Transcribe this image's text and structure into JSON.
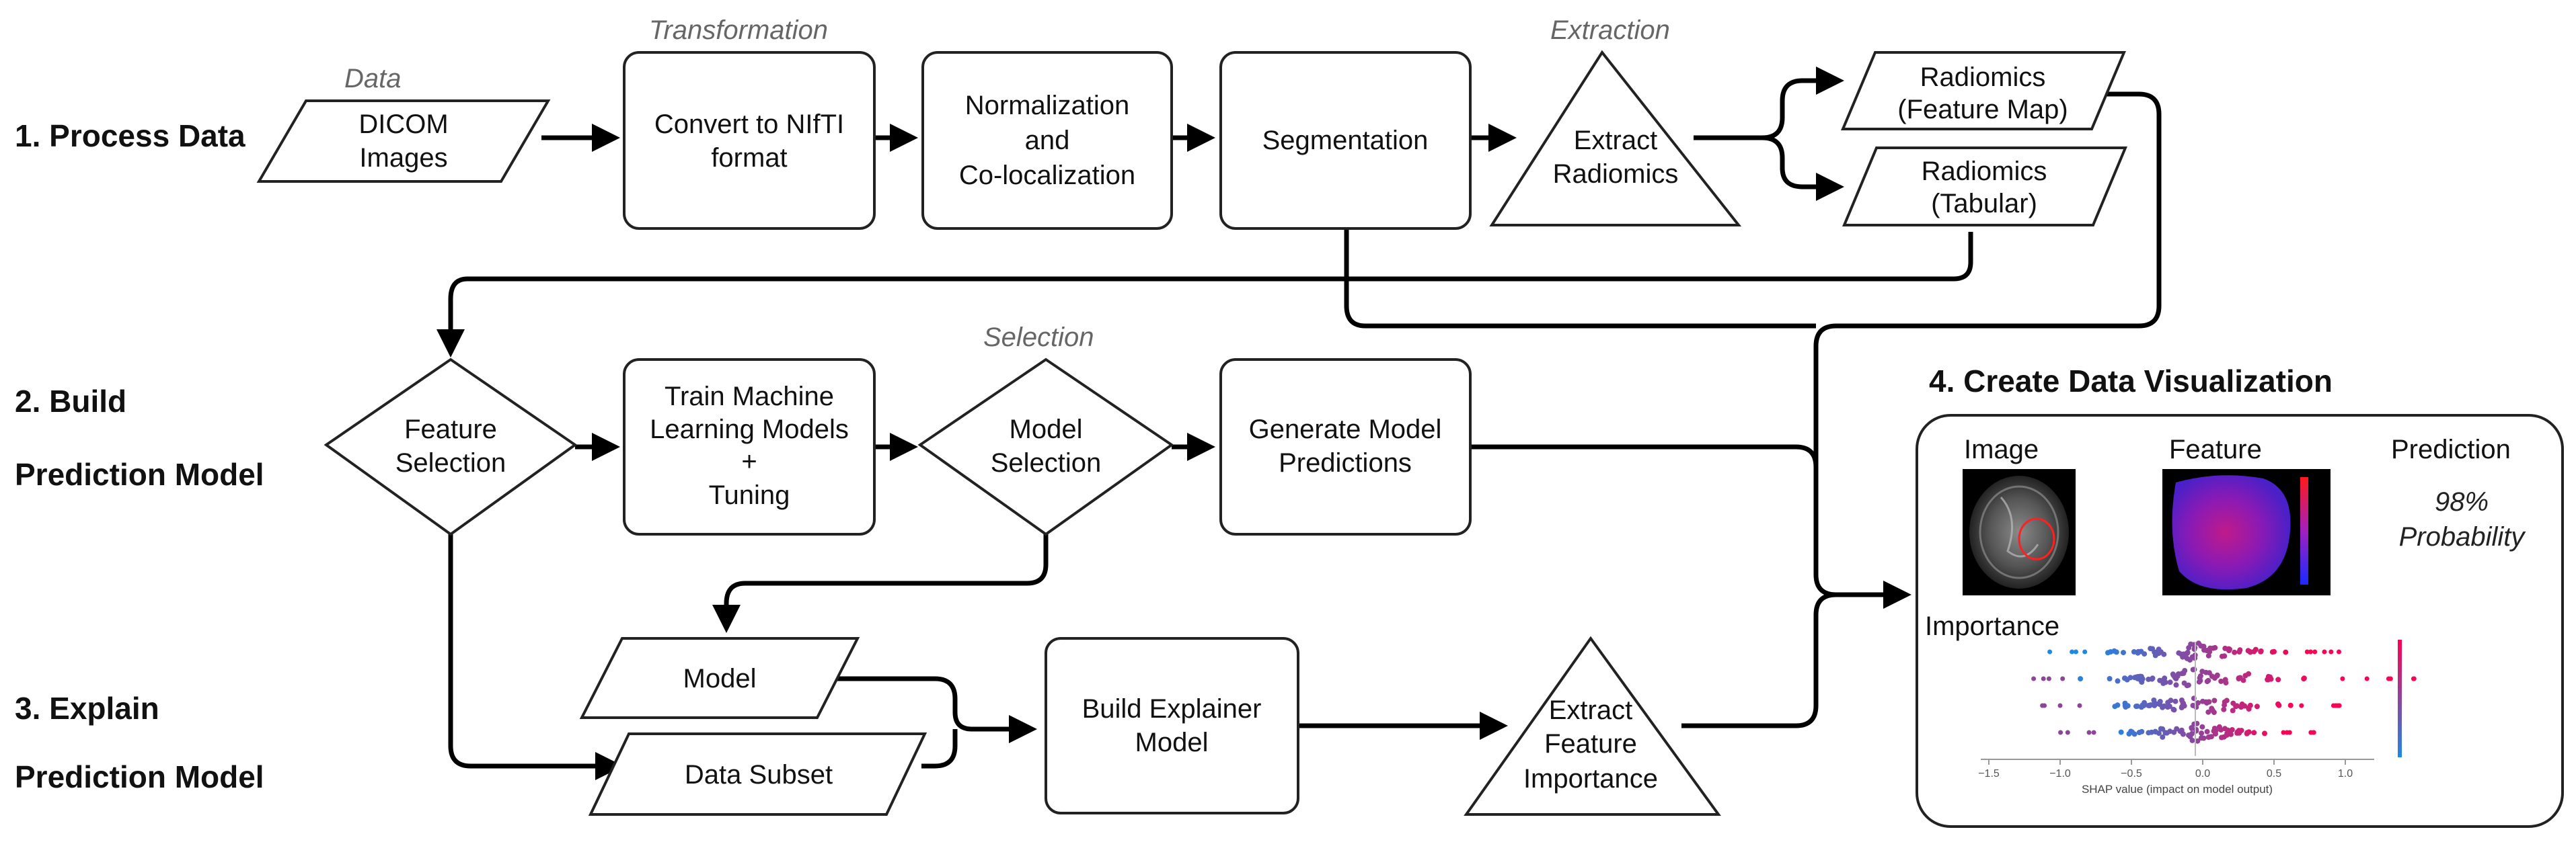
{
  "stages": {
    "process": "1. Process Data",
    "build_1": "2. Build",
    "build_2": "Prediction Model",
    "explain_1": "3. Explain",
    "explain_2": "Prediction Model",
    "visualize": "4. Create Data Visualization"
  },
  "section_labels": {
    "data": "Data",
    "transformation": "Transformation",
    "extraction": "Extraction",
    "selection": "Selection"
  },
  "nodes": {
    "dicom": [
      "DICOM",
      "Images"
    ],
    "nifti": [
      "Convert to NIfTI",
      "format"
    ],
    "normalization": [
      "Normalization",
      "and",
      "Co-localization"
    ],
    "segmentation": [
      "Segmentation"
    ],
    "extract_radiomics": [
      "Extract",
      "Radiomics"
    ],
    "radiomics_map": [
      "Radiomics",
      "(Feature Map)"
    ],
    "radiomics_tabular": [
      "Radiomics",
      "(Tabular)"
    ],
    "feature_selection": [
      "Feature",
      "Selection"
    ],
    "train_models": [
      "Train Machine",
      "Learning Models",
      "+",
      "Tuning"
    ],
    "model_selection": [
      "Model",
      "Selection"
    ],
    "generate_predictions": [
      "Generate Model",
      "Predictions"
    ],
    "model": [
      "Model"
    ],
    "data_subset": [
      "Data Subset"
    ],
    "build_explainer": [
      "Build Explainer",
      "Model"
    ],
    "extract_importance": [
      "Extract",
      "Feature",
      "Importance"
    ]
  },
  "visualization": {
    "image_label": "Image",
    "feature_label": "Feature",
    "prediction_label": "Prediction",
    "probability": [
      "98%",
      "Probability"
    ],
    "importance_label": "Importance",
    "shap_axis_title": "SHAP value (impact on model output)",
    "shap_ticks": [
      "−1.5",
      "−1.0",
      "−0.5",
      "0.0",
      "0.5",
      "1.0"
    ],
    "colors": {
      "low": "#1e88e5",
      "high": "#ff0052",
      "brain_bg": "#000000",
      "feature_map": "#8a1ab5"
    }
  }
}
